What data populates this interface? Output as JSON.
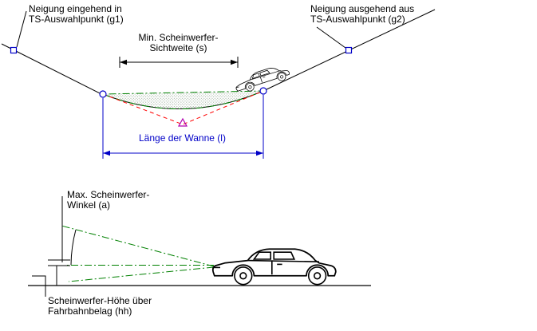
{
  "labels": {
    "incoming_grade": {
      "line1": "Neigung eingehend in",
      "line2": "TS-Auswahlpunkt (g1)"
    },
    "outgoing_grade": {
      "line1": "Neigung ausgehend aus",
      "line2": "TS-Auswahlpunkt (g2)"
    },
    "min_sight": {
      "line1": "Min. Scheinwerfer-",
      "line2": "Sichtweite (s)"
    },
    "sag_length": {
      "text": "Länge der Wanne (l)"
    },
    "max_angle": {
      "line1": "Max. Scheinwerfer-",
      "line2": "Winkel (a)"
    },
    "headlight_height": {
      "line1": "Scheinwerfer-Höhe über",
      "line2": "Fahrbahnbelag (hh)"
    }
  },
  "colors": {
    "background": "#FFFFFF",
    "linework_black": "#000000",
    "dimension_blue": "#0000C8",
    "tangent_red": "#FF0000",
    "beam_green": "#008000",
    "pvi_marker_magenta": "#B000B0",
    "stipple_fill": "#8AA08A"
  }
}
